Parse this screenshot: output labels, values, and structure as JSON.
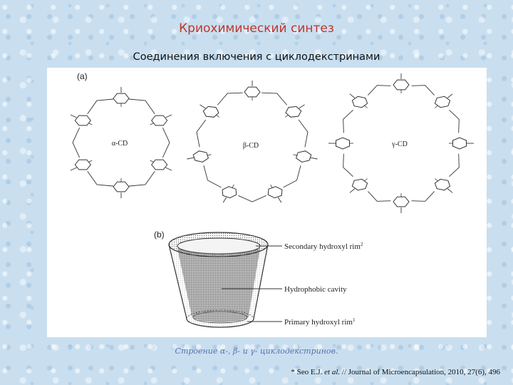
{
  "slide": {
    "title": "Криохимический синтез",
    "subtitle": "Соединения включения с циклодекстринами",
    "caption": "Строение α-, β- и γ- циклодекстринов.",
    "ref_star": "*",
    "ref_author": "Seo E.J.",
    "ref_etal": "et al.",
    "ref_rest": "// Journal of Microencapsulation, 2010, 27(6), 496"
  },
  "figure": {
    "panel_a_label": "(a)",
    "panel_b_label": "(b)",
    "rings": [
      {
        "label": "α-CD",
        "units": 6
      },
      {
        "label": "β-CD",
        "units": 7
      },
      {
        "label": "γ-CD",
        "units": 8
      }
    ],
    "annotations": [
      {
        "text": "Secondary hydroxyl rim",
        "sup": "2"
      },
      {
        "text": "Hydrophobic cavity",
        "sup": ""
      },
      {
        "text": "Primary hydroxyl rim",
        "sup": "1"
      }
    ],
    "colors": {
      "line": "#333333",
      "stipple": "#777777"
    }
  }
}
